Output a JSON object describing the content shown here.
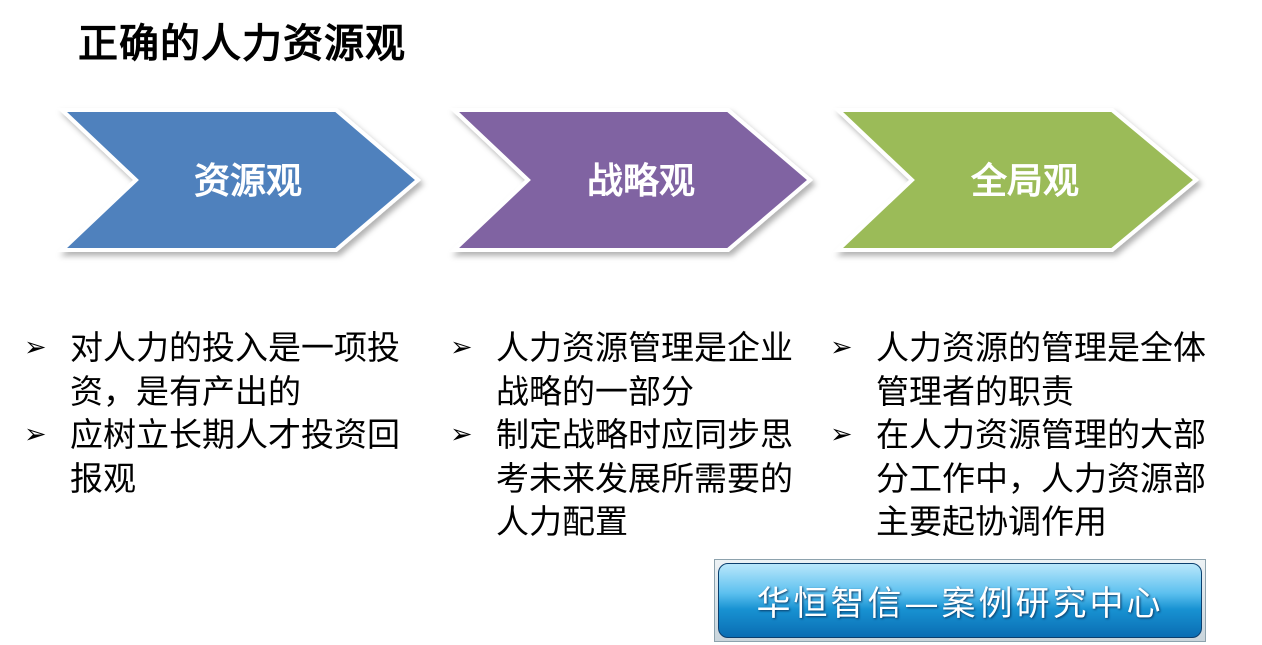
{
  "title": "正确的人力资源观",
  "steps": [
    {
      "label": "资源观",
      "color": "#4f81bd"
    },
    {
      "label": "战略观",
      "color": "#8064a2"
    },
    {
      "label": "全局观",
      "color": "#9bbb59"
    }
  ],
  "bullet_glyph": "➢",
  "columns": [
    {
      "items": [
        "对人力的投入是一项投资，是有产出的",
        "应树立长期人才投资回报观"
      ]
    },
    {
      "items": [
        "人力资源管理是企业战略的一部分",
        "制定战略时应同步思考未来发展所需要的人力配置"
      ]
    },
    {
      "items": [
        "人力资源的管理是全体管理者的职责",
        "在人力资源管理的大部分工作中，人力资源部主要起协调作用"
      ]
    }
  ],
  "badge_text": "华恒智信—案例研究中心"
}
